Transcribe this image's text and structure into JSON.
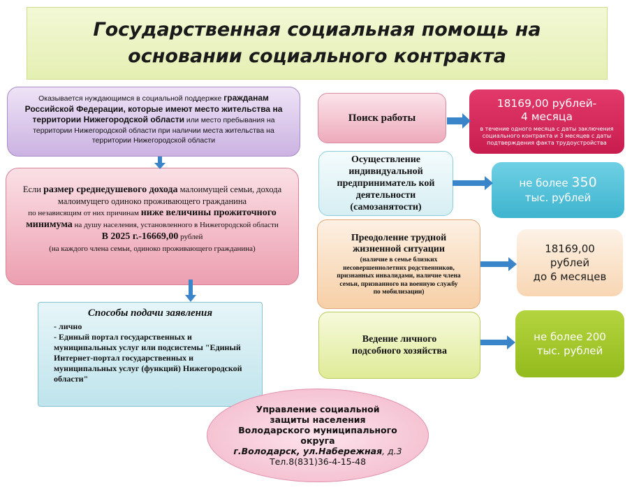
{
  "header": {
    "line1": "Государственная социальная помощь на",
    "line2": "основании социального контракта"
  },
  "eligibility": {
    "p1": "Оказывается нуждающимся в социальной поддержке ",
    "b1": "гражданам Российской Федерации, которые имеют место жительства на территории Нижегородской области",
    "p2": " или место пребывания на территории Нижегородской области при наличии места жительства на территории Нижегородской области"
  },
  "income": {
    "p1": "Если ",
    "b1": "размер среднедушевого дохода",
    "p2": " малоимущей семьи, дохода малоимущего одиноко проживающего гражданина",
    "p3": "по независящим от них причинам ",
    "b2": "ниже величины прожиточного минимума",
    "p4": " на душу населения, установленного в Нижегородской области",
    "b3": "В 2025 г.-16669,00",
    "p5": " рублей",
    "p6": "(на каждого члена семьи, одиноко проживающего гражданина)"
  },
  "apply": {
    "title": "Способы подачи заявления",
    "item1": "-  лично",
    "item2": "-  Единый портал государственных и муниципальных услуг или подсистемы \"Единый Интернет-портал государственных и муниципальных услуг (функций) Нижегородской области\""
  },
  "measures": {
    "job": "Поиск работы",
    "biz": "Осуществление индивидуальной предприниматель кой деятельности (самозанятости)",
    "crisis_title": "Преодоление трудной жизненной ситуации",
    "crisis_note": "(наличие в семье близких несовершеннолетних родственников, признанных инвалидами, наличие члена семьи, призванного на военную службу по мобилизации)",
    "farm": "Ведение личного подсобного хозяйства"
  },
  "amounts": {
    "job_line1": "18169,00 рублей-",
    "job_line2": "4 месяца",
    "job_note": "в течение одного месяца с даты заключения социального контракта и 3 месяцев с даты подтверждения факта трудоустройства",
    "biz_prefix": "не более ",
    "biz_num": "350",
    "biz_suffix": "тыс. рублей",
    "crisis_line1": "18169,00",
    "crisis_line2": "рублей",
    "crisis_line3": "до 6 месяцев",
    "farm_line1": "не более 200",
    "farm_line2": "тыс. рублей"
  },
  "office": {
    "line1": "Управление социальной защиты населения Володарского муниципального округа",
    "addr_italic": "г.Володарск, ул.Набережная",
    "addr_rest": ", д.3",
    "tel": "Тел.8(831)36-4-15-48"
  },
  "colors": {
    "arrow": "#3a84c9",
    "job_amount": "#d42a5c",
    "biz_amount": "#4fc0d8",
    "farm_amount": "#a3c82c"
  }
}
